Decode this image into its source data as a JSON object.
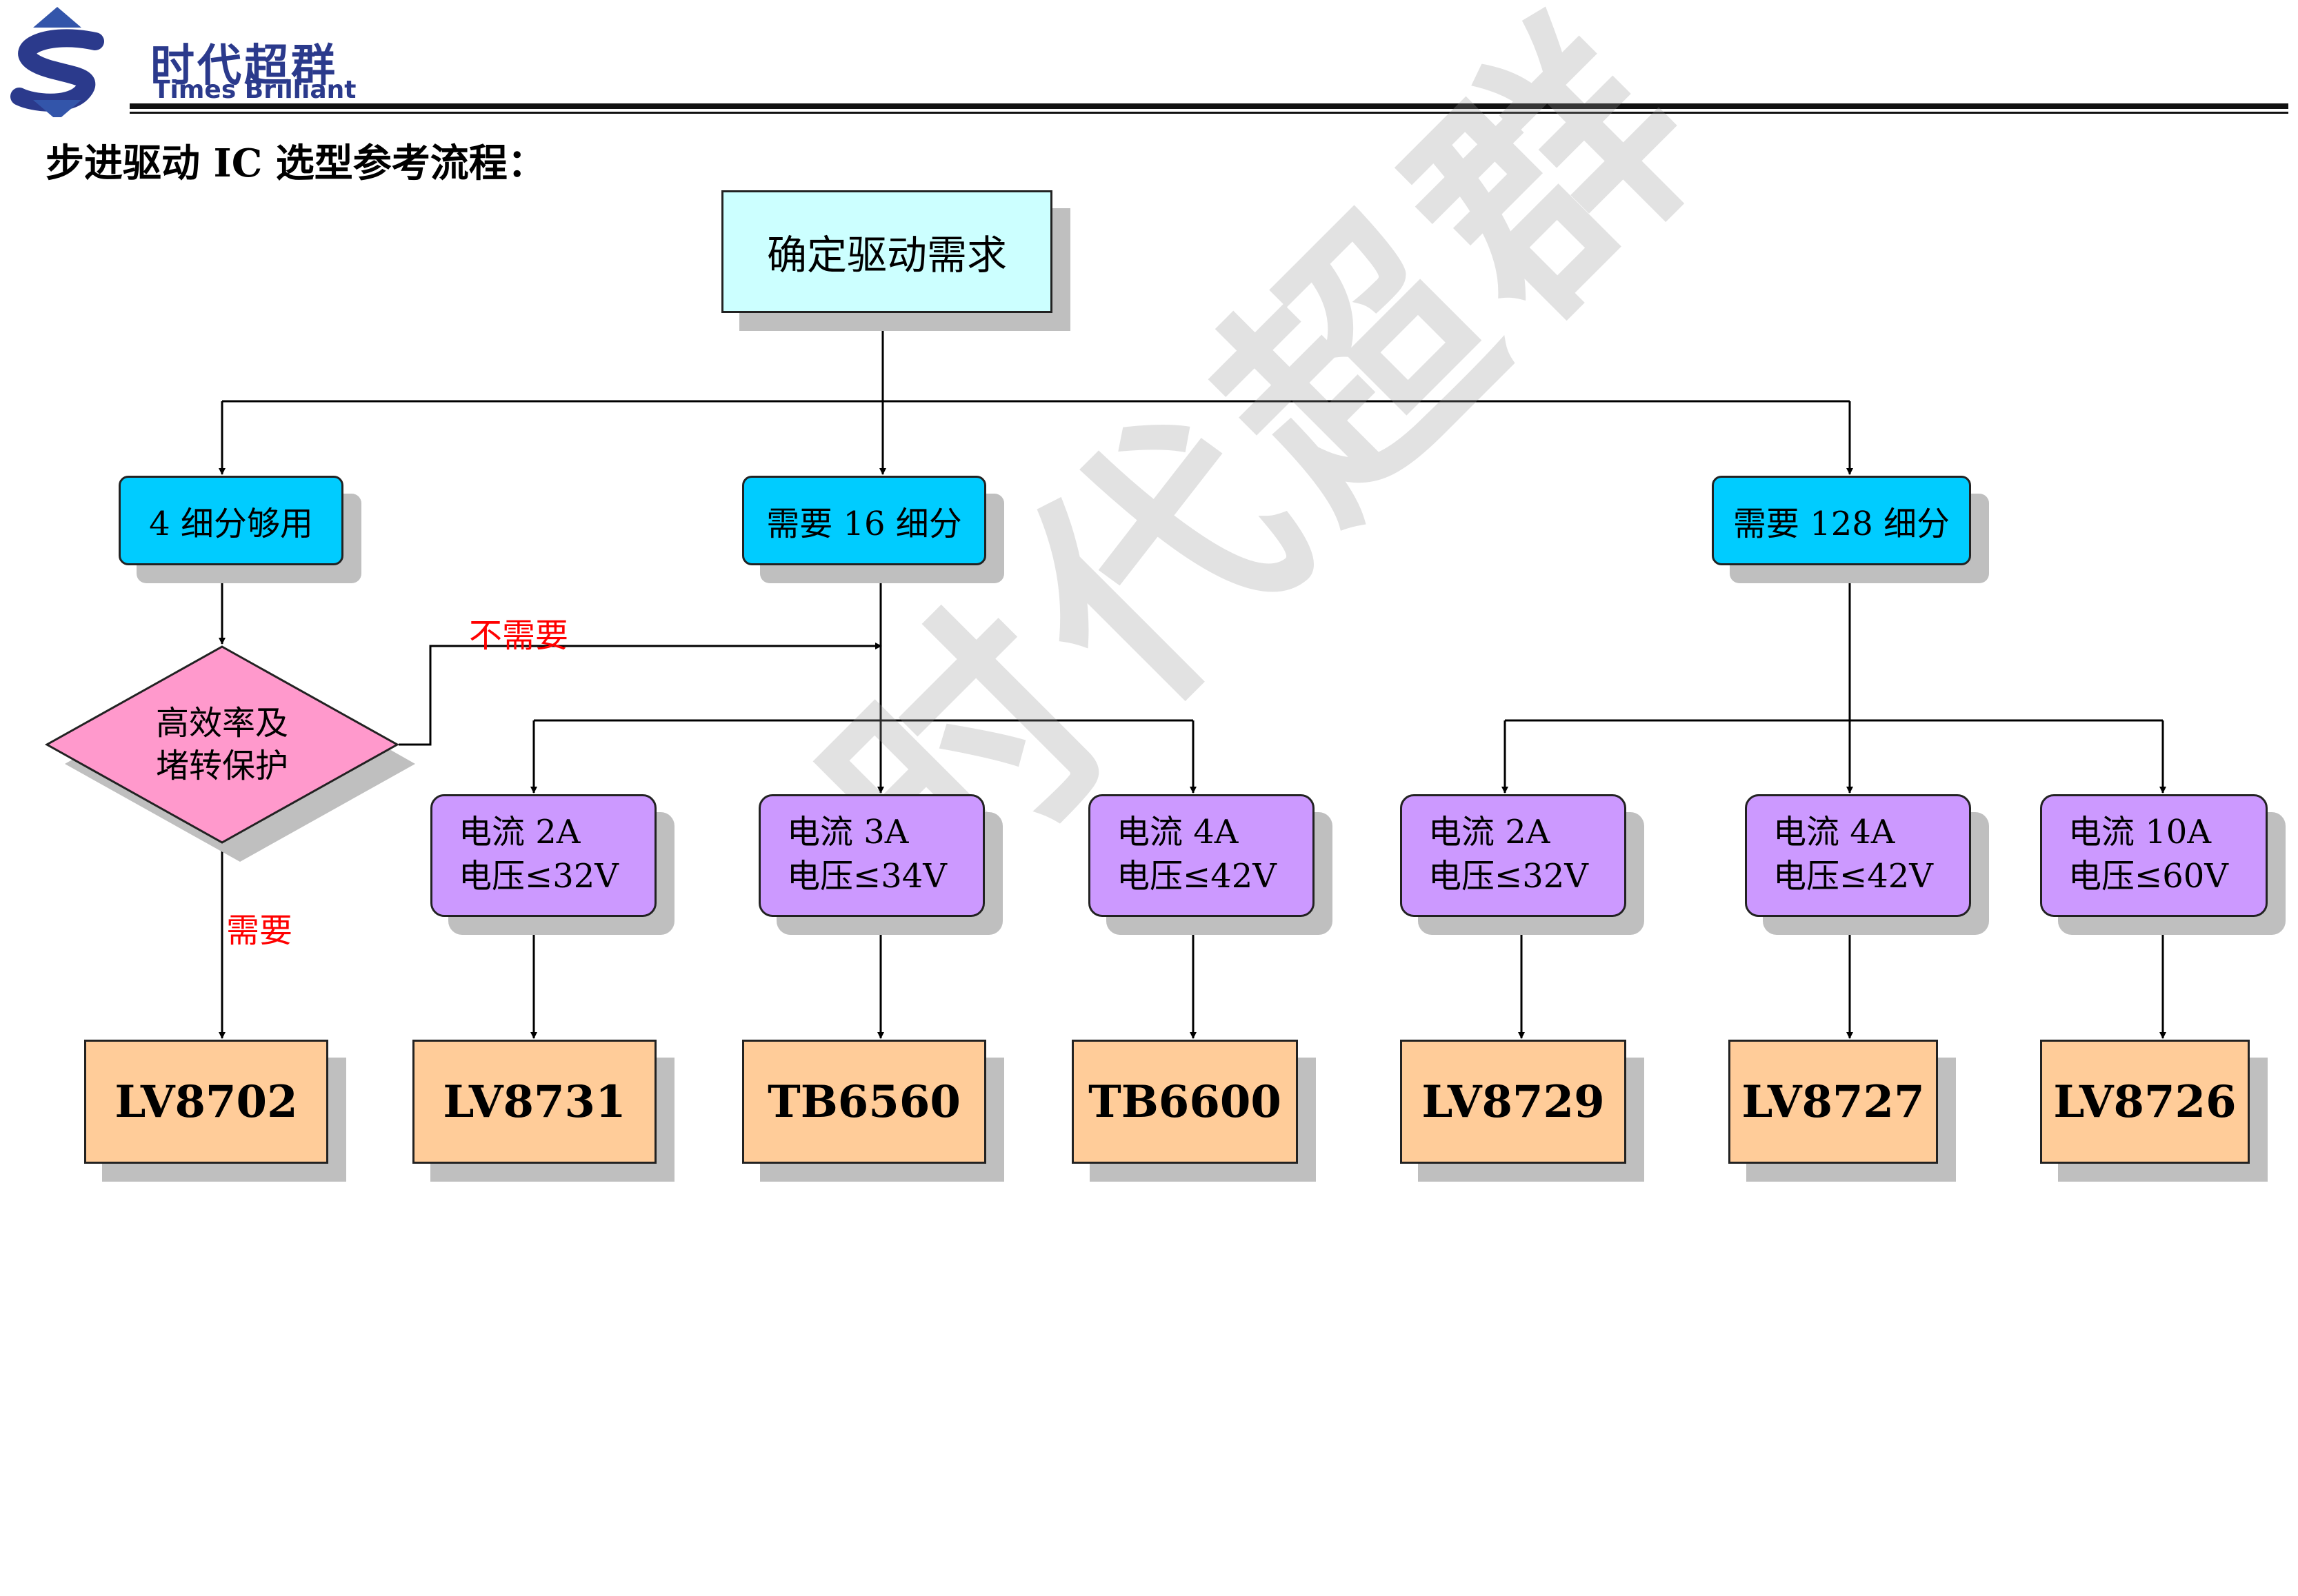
{
  "header": {
    "brand_cn": "时代超群",
    "brand_en": "Times Brilliant",
    "page_title": "步进驱动 IC 选型参考流程："
  },
  "watermark": "时代超群",
  "colors": {
    "start": "#ccffff",
    "subdivision": "#00ccff",
    "decision": "#ff99cc",
    "condition": "#cc99ff",
    "chip": "#ffcc99",
    "label": "#ff0000",
    "brand": "#2b3a8c"
  },
  "flow": {
    "start": "确定驱动需求",
    "subdivisions": [
      "4 细分够用",
      "需要 16 细分",
      "需要 128 细分"
    ],
    "decision": {
      "line1": "高效率及",
      "line2": "堵转保护"
    },
    "labels": {
      "no": "不需要",
      "yes": "需要"
    },
    "conditions": [
      {
        "current": "电流 2A",
        "voltage": "电压≤32V"
      },
      {
        "current": "电流 3A",
        "voltage": "电压≤34V"
      },
      {
        "current": "电流 4A",
        "voltage": "电压≤42V"
      },
      {
        "current": "电流 2A",
        "voltage": "电压≤32V"
      },
      {
        "current": "电流 4A",
        "voltage": "电压≤42V"
      },
      {
        "current": "电流 10A",
        "voltage": "电压≤60V"
      }
    ],
    "chips": [
      "LV8702",
      "LV8731",
      "TB6560",
      "TB6600",
      "LV8729",
      "LV8727",
      "LV8726"
    ]
  }
}
